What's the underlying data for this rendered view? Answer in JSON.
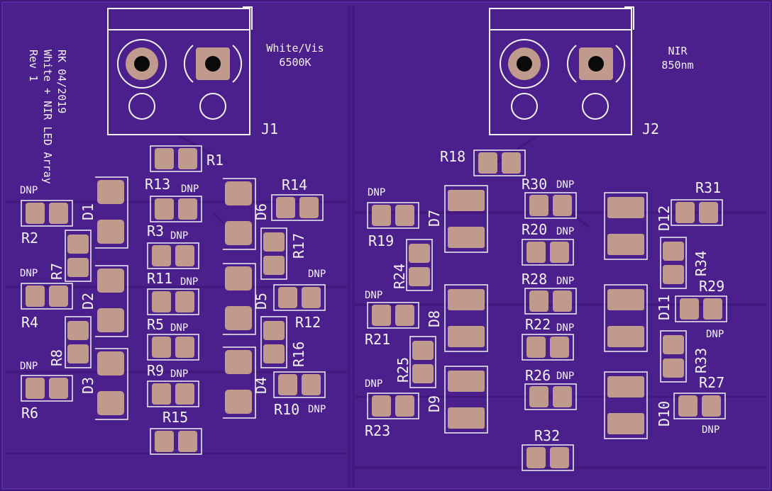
{
  "colors": {
    "board": "#4b1f8c",
    "trace": "#421a7f",
    "silk": "#f2f2f2",
    "pad": "#c09a8c",
    "drill": "#0a0a0a"
  },
  "board_notes": [
    "RK 04/2019",
    "White + NIR LED Array",
    "Rev 1"
  ],
  "connectors": [
    {
      "ref": "J1",
      "note1": "White/Vis",
      "note2": "6500K"
    },
    {
      "ref": "J2",
      "note1": "NIR",
      "note2": "850nm"
    }
  ],
  "dnp_label": "DNP",
  "refs": {
    "R1": "R1",
    "R2": "R2",
    "R3": "R3",
    "R4": "R4",
    "R5": "R5",
    "R6": "R6",
    "R7": "R7",
    "R8": "R8",
    "R9": "R9",
    "R10": "R10",
    "R11": "R11",
    "R12": "R12",
    "R13": "R13",
    "R14": "R14",
    "R15": "R15",
    "R16": "R16",
    "R17": "R17",
    "R18": "R18",
    "R19": "R19",
    "R20": "R20",
    "R21": "R21",
    "R22": "R22",
    "R23": "R23",
    "R24": "R24",
    "R25": "R25",
    "R26": "R26",
    "R27": "R27",
    "R28": "R28",
    "R29": "R29",
    "R30": "R30",
    "R31": "R31",
    "R32": "R32",
    "R33": "R33",
    "R34": "R34",
    "D1": "D1",
    "D2": "D2",
    "D3": "D3",
    "D4": "D4",
    "D5": "D5",
    "D6": "D6",
    "D7": "D7",
    "D8": "D8",
    "D9": "D9",
    "D10": "D10",
    "D11": "D11",
    "D12": "D12"
  }
}
